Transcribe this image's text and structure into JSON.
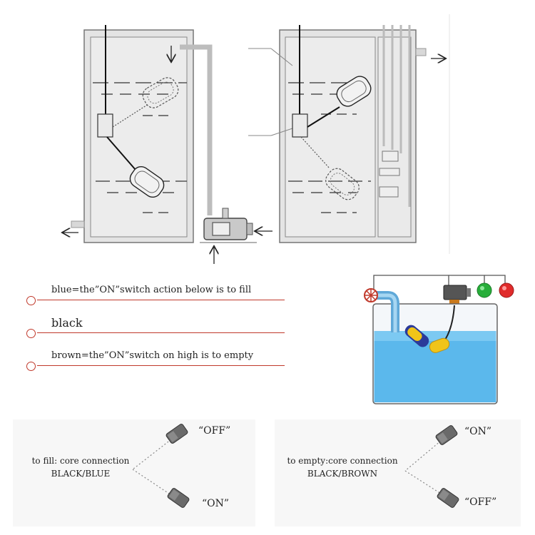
{
  "wiring": [
    {
      "id": "blue",
      "text": "blue=the”ON”switch action below is to fill"
    },
    {
      "id": "black",
      "text": "black"
    },
    {
      "id": "brown",
      "text": "brown=the”ON”switch on high is to empty"
    }
  ],
  "connection_fill": {
    "title": "to fill: core connection",
    "pair": "BLACK/BLUE",
    "upper_state": "“OFF”",
    "lower_state": "“ON”"
  },
  "connection_empty": {
    "title": "to empty:core connection",
    "pair": "BLACK/BROWN",
    "upper_state": "“ON”",
    "lower_state": "“OFF”"
  },
  "colors": {
    "wire_line": "#c0392b",
    "water": "#5bb8ec",
    "indicator_green": "#27ae3a",
    "indicator_red": "#e02b2b",
    "float_yellow": "#f0c419",
    "tank_fill": "#e6e6e6"
  }
}
